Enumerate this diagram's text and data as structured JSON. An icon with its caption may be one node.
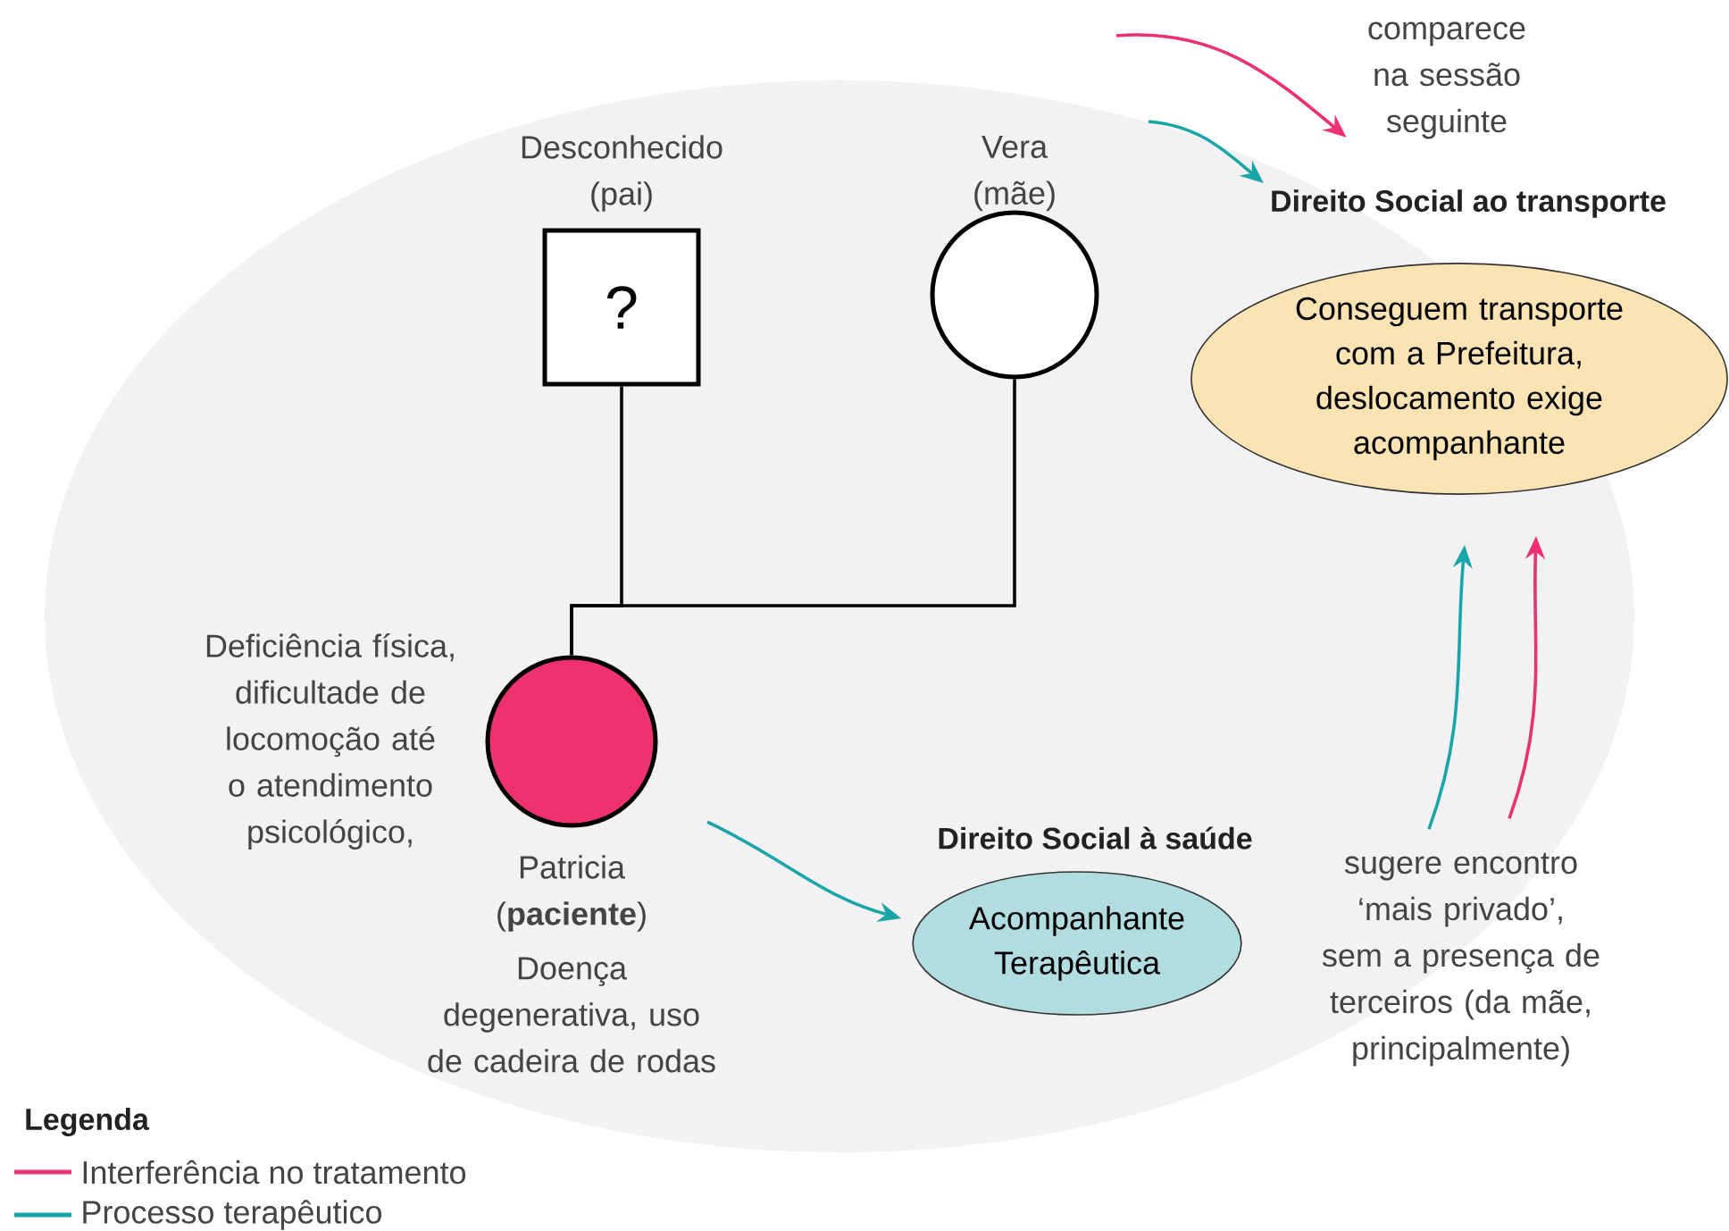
{
  "diagram": {
    "nodes": [
      {
        "text": [
          "?"
        ],
        "beside": [
          "Desconhecido (pai)"
        ]
      },
      {
        "text": [],
        "shape": "circle",
        "beside": [
          "Vera (mãe)"
        ]
      },
      {
        "text": [],
        "shape": "circle",
        "beside": [
          "Deficiência física, dificultade de locomoção até o atendimento psicológico,",
          "Patricia (**paciente**)",
          "Doença degenerativa, uso de cadeira de rodas"
        ]
      },
      {
        "text": [
          "Direito Social ao transporte",
          "Conseguem transporte com a Prefeitura, deslocamento exige acompanhante"
        ]
      },
      {
        "text": [
          "Direito Social à saúde",
          "Acompanhante Terapêutica"
        ]
      },
      {
        "text": [
          "sugere encontro ‘mais privado’, sem a presença de terceiros (da mãe, principalmente)"
        ]
      },
      {
        "text": [
          "comparece na sessão seguinte"
        ]
      }
    ],
    "edges": [
      {
        "from": 0,
        "to": 2,
        "arrow": "none",
        "color": "#000000"
      },
      {
        "from": 1,
        "to": 2,
        "arrow": "none",
        "color": "#000000"
      },
      {
        "from": 2,
        "to": 4,
        "arrow": "to",
        "color": "#1aa6a9"
      },
      {
        "from": 5,
        "to": 3,
        "arrow": "to",
        "color": "#1aa6a9"
      },
      {
        "from": 5,
        "to": 3,
        "arrow": "to",
        "color": "#ec3170"
      },
      {
        "from": null,
        "to": 3,
        "arrow": "to",
        "color": "#1aa6a9"
      },
      {
        "from": null,
        "to": 6,
        "arrow": "to",
        "color": "#ec3170"
      }
    ],
    "labels": [
      "Legenda"
    ],
    "legend": [
      {
        "text": "Interferência no tratamento",
        "color": "#ec3170"
      },
      {
        "text": "Processo terapêutico",
        "color": "#1aa6a9"
      }
    ]
  }
}
